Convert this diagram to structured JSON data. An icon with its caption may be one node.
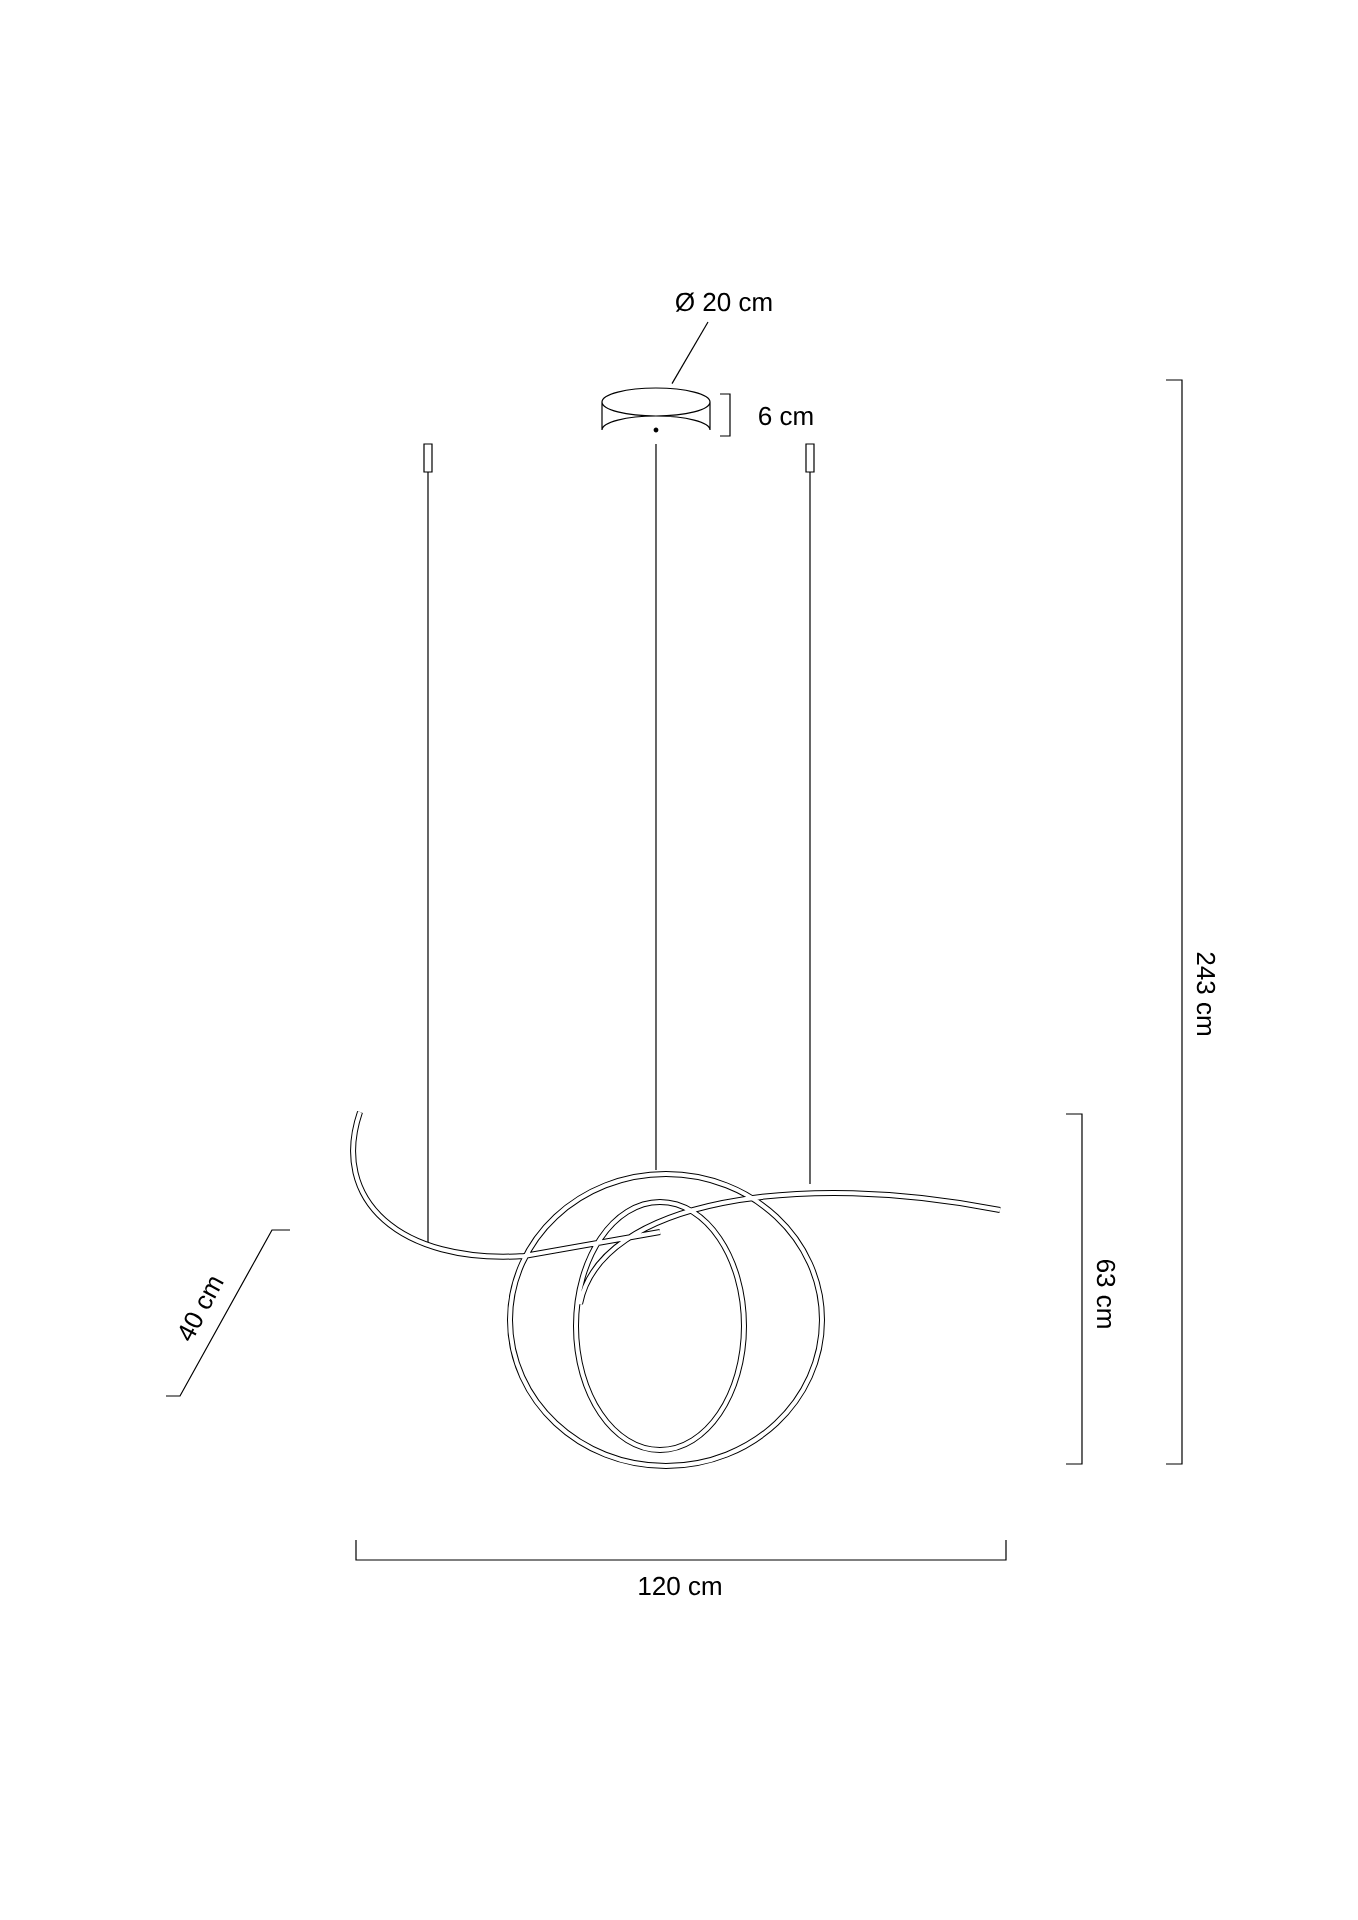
{
  "diagram": {
    "nodes": [
      {
        "text": [
          "Ø 20 cm"
        ]
      },
      {
        "text": [],
        "shape": "cylinder"
      }
    ],
    "edges": [
      {
        "from": 0,
        "to": 1,
        "arrow": "none"
      }
    ],
    "labels": [
      "6 cm",
      "243 cm",
      "63 cm",
      "40 cm",
      "120 cm"
    ]
  }
}
